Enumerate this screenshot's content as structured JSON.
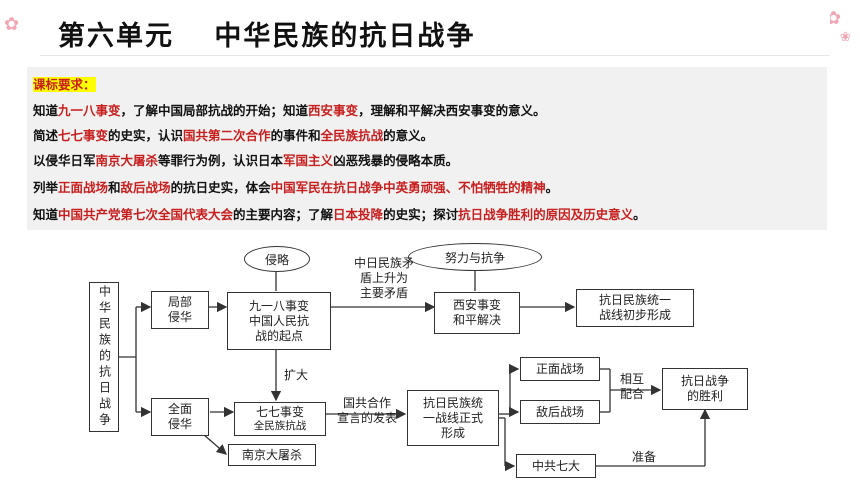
{
  "header": {
    "title": "第六单元　 中华民族的抗日战争"
  },
  "standards": {
    "heading": "课标要求：",
    "lines": [
      [
        {
          "t": "知道",
          "h": false
        },
        {
          "t": "九一八事变",
          "h": true
        },
        {
          "t": "，了解中国局部抗战的开始；知道",
          "h": false
        },
        {
          "t": "西安事变",
          "h": true
        },
        {
          "t": "，理解和平解决西安事变的意义。",
          "h": false
        }
      ],
      [
        {
          "t": "简述",
          "h": false
        },
        {
          "t": "七七事变",
          "h": true
        },
        {
          "t": "的史实，认识",
          "h": false
        },
        {
          "t": "国共第二次合作",
          "h": true
        },
        {
          "t": "的事件和",
          "h": false
        },
        {
          "t": "全民族抗战",
          "h": true
        },
        {
          "t": "的意义。",
          "h": false
        }
      ],
      [
        {
          "t": "以侵华日军",
          "h": false
        },
        {
          "t": "南京大屠杀",
          "h": true
        },
        {
          "t": "等罪行为例，认识日本",
          "h": false
        },
        {
          "t": "军国主义",
          "h": true
        },
        {
          "t": "凶恶残暴的侵略本质。",
          "h": false
        }
      ],
      [
        {
          "t": "列举",
          "h": false
        },
        {
          "t": "正面战场",
          "h": true
        },
        {
          "t": "和",
          "h": false
        },
        {
          "t": "敌后战场",
          "h": true
        },
        {
          "t": "的抗日史实，体会",
          "h": false
        },
        {
          "t": "中国军民在抗日战争中英勇顽强、不怕牺牲的精神",
          "h": true
        },
        {
          "t": "。",
          "h": false
        }
      ],
      [
        {
          "t": "知道",
          "h": false
        },
        {
          "t": "中国共产党第七次全国代表大会",
          "h": true
        },
        {
          "t": "的主要内容；了解",
          "h": false
        },
        {
          "t": "日本投降",
          "h": true
        },
        {
          "t": "的史实；探讨",
          "h": false
        },
        {
          "t": "抗日战争胜利的原因及历史意义",
          "h": true
        },
        {
          "t": "。",
          "h": false
        }
      ]
    ]
  },
  "diagram": {
    "root": "中华民族的抗日战争",
    "invasion_oval": "侵略",
    "struggle_oval": "努力与抗争",
    "partial": "局部侵华",
    "full": "全面侵华",
    "sept18": [
      "九一八事变",
      "中国人民抗",
      "战的起点"
    ],
    "contradiction": [
      "中日民族矛",
      "盾上升为",
      "主要矛盾"
    ],
    "xian": [
      "西安事变",
      "和平解决"
    ],
    "front_initial": [
      "抗日民族统一",
      "战线初步形成"
    ],
    "expand": "扩大",
    "july7": [
      "七七事变",
      "全民族抗战"
    ],
    "nanjing": "南京大屠杀",
    "manifesto": [
      "国共合作",
      "宣言的发表"
    ],
    "front_formal": [
      "抗日民族统",
      "一战线正式",
      "形成"
    ],
    "frontal": "正面战场",
    "behind": "敌后战场",
    "cooperate": [
      "相互",
      "配合"
    ],
    "victory": [
      "抗日战争",
      "的胜利"
    ],
    "ccp7": "中共七大",
    "prepare": "准备"
  },
  "colors": {
    "accent_red": "#c81e1e",
    "highlight_yellow": "#ffff00",
    "panel_gray": "#f1f1f1"
  }
}
